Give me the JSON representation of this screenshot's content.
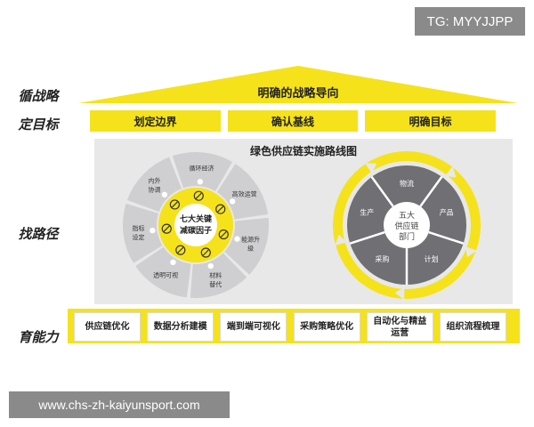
{
  "watermark_top": "TG: MYYJJPP",
  "watermark_bottom": "www.chs-zh-kaiyunsport.com",
  "row_labels": {
    "strategy": "循战略",
    "goals": "定目标",
    "path": "找路径",
    "capability": "育能力"
  },
  "roof_title": "明确的战略导向",
  "goals": [
    "划定边界",
    "确认基线",
    "明确目标"
  ],
  "map_title": "绿色供应链实施路线图",
  "left_wheel": {
    "center_line1": "七大关键",
    "center_line2": "减碳因子",
    "segments": [
      {
        "l1": "循环经济",
        "l2": ""
      },
      {
        "l1": "高效运营",
        "l2": ""
      },
      {
        "l1": "能源升",
        "l2": "级"
      },
      {
        "l1": "材料",
        "l2": "替代"
      },
      {
        "l1": "透明可视",
        "l2": ""
      },
      {
        "l1": "指标",
        "l2": "设定"
      },
      {
        "l1": "内外",
        "l2": "协调"
      }
    ]
  },
  "right_wheel": {
    "center_line1": "五大",
    "center_line2": "供应链",
    "center_line3": "部门",
    "segments": [
      "物流",
      "产品",
      "计划",
      "采购",
      "生产"
    ]
  },
  "capabilities": [
    "供应链优化",
    "数据分析建模",
    "端到端可视化",
    "采购策略优化",
    "自动化与精益\n运营",
    "组织流程梳理"
  ],
  "colors": {
    "accent_yellow": "#f5e21b",
    "wheel_gray": "#7b7b80",
    "panel_gray": "#e8e8e8"
  },
  "icons": [
    "recycle-icon",
    "efficiency-icon",
    "energy-icon",
    "material-icon",
    "transparency-icon",
    "target-icon",
    "coordination-icon"
  ]
}
